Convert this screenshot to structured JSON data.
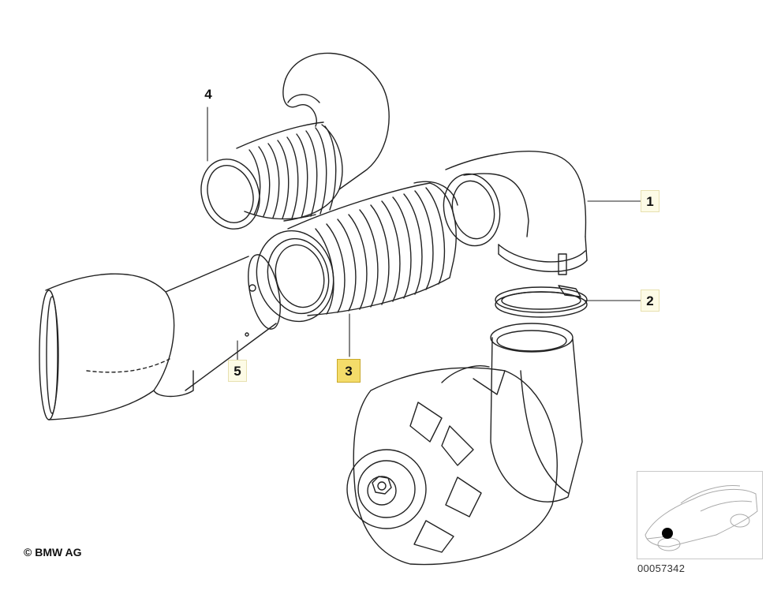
{
  "callouts": [
    {
      "id": "1",
      "label": "1",
      "style": "boxed"
    },
    {
      "id": "2",
      "label": "2",
      "style": "boxed"
    },
    {
      "id": "3",
      "label": "3",
      "style": "active"
    },
    {
      "id": "4",
      "label": "4",
      "style": "plain"
    },
    {
      "id": "5",
      "label": "5",
      "style": "boxed"
    }
  ],
  "copyright": "© BMW AG",
  "document_number": "00057342",
  "colors": {
    "line": "#222222",
    "highlight": "#f4dc6a",
    "callout_box": "#fdfbe6"
  }
}
